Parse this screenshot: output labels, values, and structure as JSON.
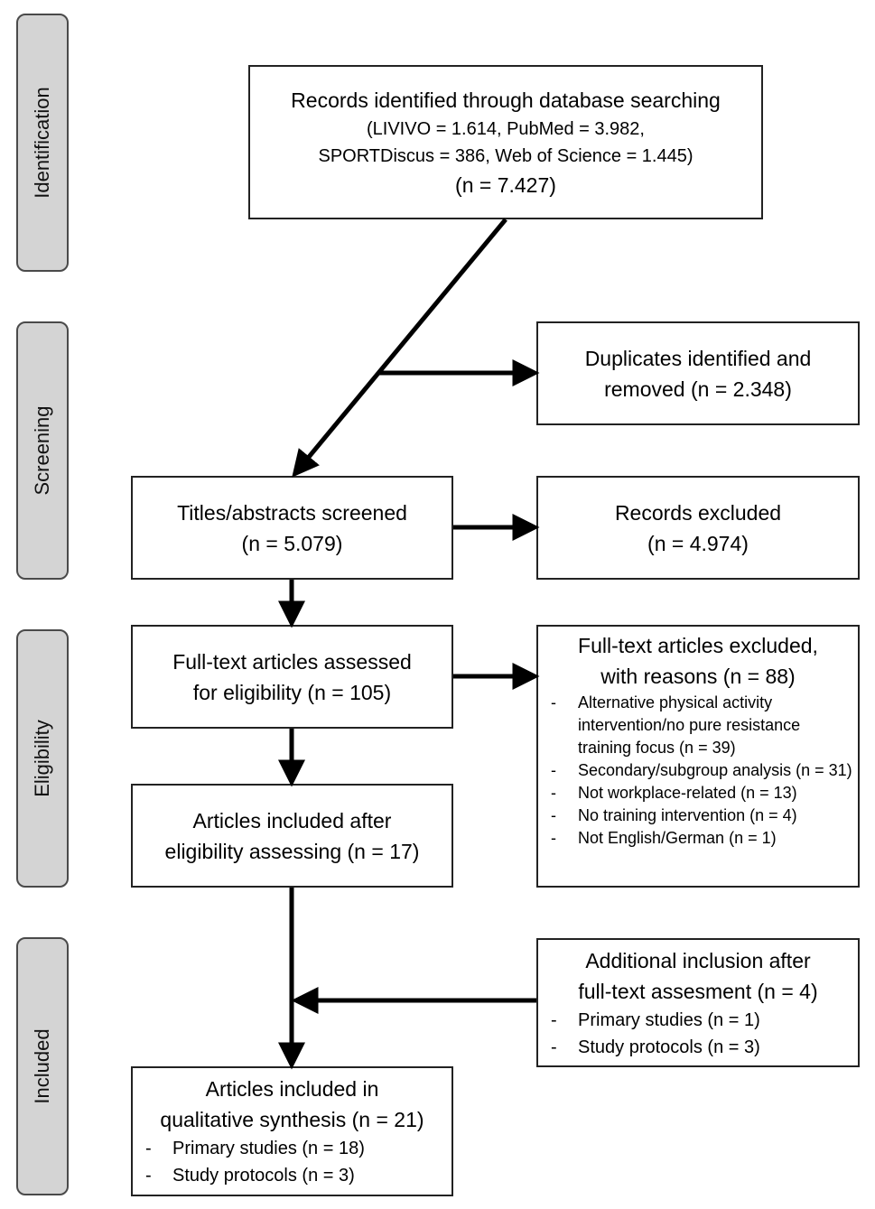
{
  "stages": {
    "identification": "Identification",
    "screening": "Screening",
    "eligibility": "Eligibility",
    "included": "Included"
  },
  "records_identified": {
    "title": "Records identified through database searching",
    "sources_line1": "(LIVIVO = 1.614, PubMed = 3.982,",
    "sources_line2": "SPORTDiscus = 386, Web of Science = 1.445)",
    "count": "(n = 7.427)"
  },
  "duplicates": {
    "line1": "Duplicates identified and",
    "line2": "removed (n = 2.348)"
  },
  "titles_screened": {
    "line1": "Titles/abstracts screened",
    "line2": "(n = 5.079)"
  },
  "records_excluded": {
    "line1": "Records excluded",
    "line2": "(n = 4.974)"
  },
  "fulltext_assessed": {
    "line1": "Full-text articles assessed",
    "line2": "for eligibility (n = 105)"
  },
  "fulltext_excluded": {
    "line1": "Full-text articles excluded,",
    "line2": "with reasons (n = 88)",
    "reasons": [
      "Alternative physical activity intervention/no pure resistance training focus (n = 39)",
      "Secondary/subgroup analysis (n = 31)",
      "Not workplace-related (n = 13)",
      "No training intervention (n = 4)",
      "Not English/German (n = 1)"
    ]
  },
  "included_after_eligibility": {
    "line1": "Articles included after",
    "line2": "eligibility assessing  (n = 17)"
  },
  "additional_inclusion": {
    "line1": "Additional inclusion after",
    "line2": "full-text assesment (n = 4)",
    "items": [
      "Primary studies (n = 1)",
      "Study protocols (n = 3)"
    ]
  },
  "qualitative_synthesis": {
    "line1": "Articles included in",
    "line2": "qualitative synthesis (n = 21)",
    "items": [
      "Primary studies (n = 18)",
      "Study protocols (n = 3)"
    ]
  },
  "bullet": "-"
}
